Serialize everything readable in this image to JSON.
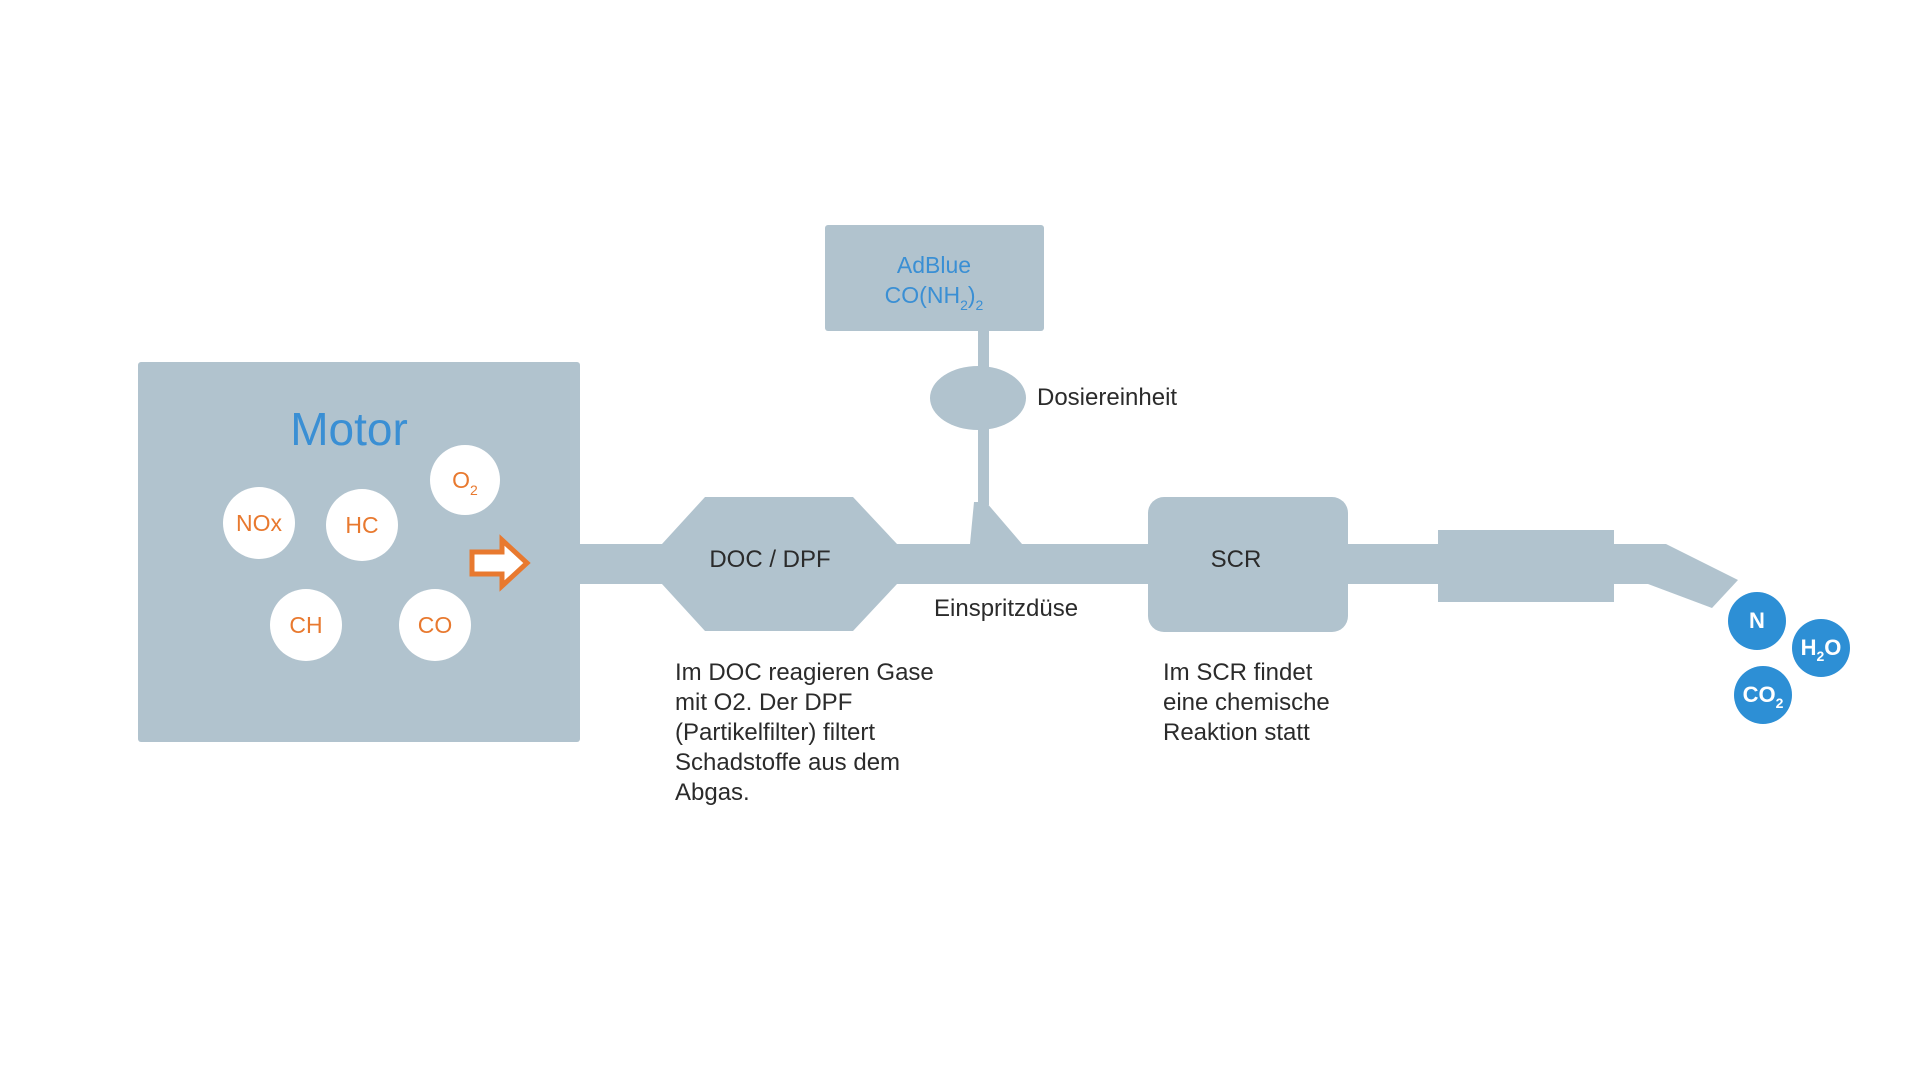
{
  "colors": {
    "component_gray": "#b1c3ce",
    "accent_blue": "#3a8fd4",
    "pollutant_orange": "#e8792f",
    "output_blue": "#2d8fd5",
    "text_dark": "#2b2b2b"
  },
  "motor": {
    "title": "Motor",
    "pollutants": {
      "o2": {
        "base": "O",
        "sub": "2"
      },
      "nox": "NOx",
      "hc": "HC",
      "ch": "CH",
      "co": "CO"
    },
    "arrow_icon": "arrow-right-outline"
  },
  "adblue": {
    "name": "AdBlue",
    "formula": {
      "prefix": "CO(NH",
      "sub1": "2",
      "mid": ")",
      "sub2": "2"
    }
  },
  "dosing_unit": {
    "label": "Dosiereinheit"
  },
  "doc": {
    "label": "DOC / DPF",
    "description": [
      "Im DOC reagieren Gase",
      "mit O2. Der DPF",
      "(Partikelfilter) filtert",
      "Schadstoffe aus dem",
      "Abgas."
    ]
  },
  "injector": {
    "label": "Einspritzdüse"
  },
  "scr": {
    "label": "SCR",
    "description": [
      "Im SCR findet",
      "eine chemische",
      "Reaktion statt"
    ]
  },
  "outputs": {
    "n": "N",
    "h2o": {
      "pre": "H",
      "sub": "2",
      "post": "O"
    },
    "co2": {
      "pre": "CO",
      "sub": "2"
    }
  }
}
